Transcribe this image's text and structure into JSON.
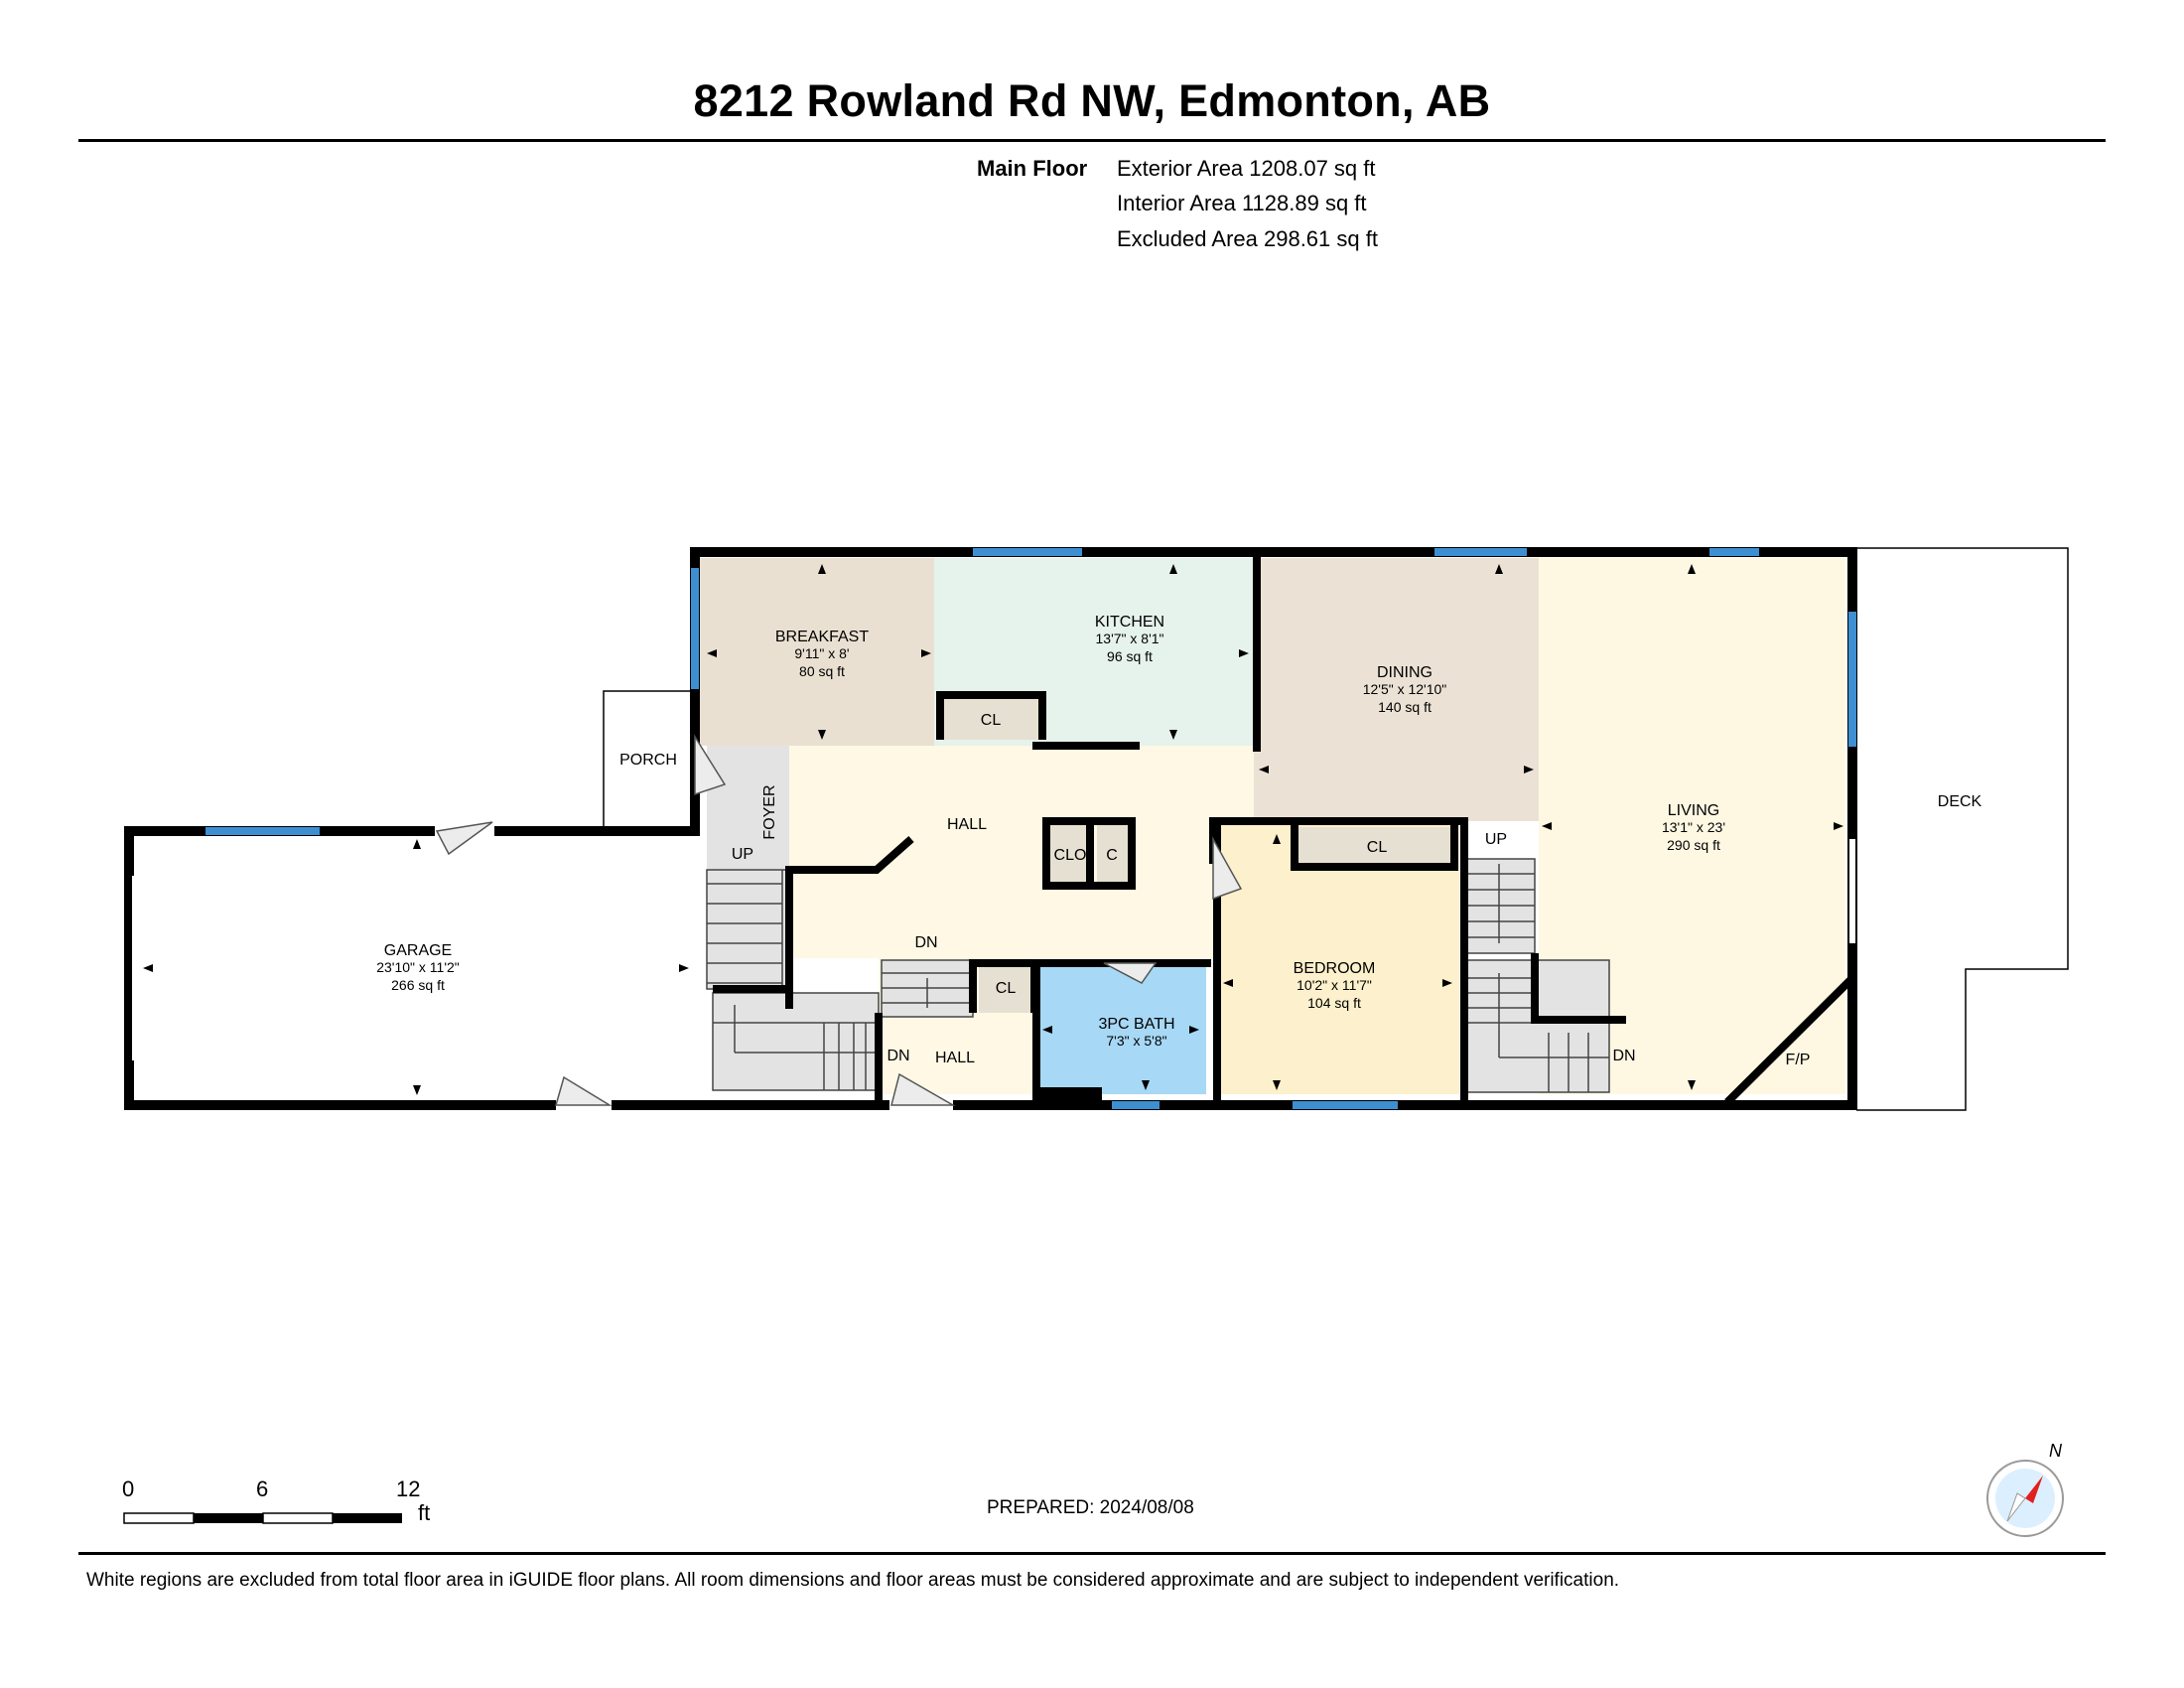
{
  "header": {
    "title": "8212 Rowland Rd NW, Edmonton, AB"
  },
  "areas": {
    "floor_label": "Main Floor",
    "exterior": "Exterior Area 1208.07 sq ft",
    "interior": "Interior Area 1128.89 sq ft",
    "excluded": "Excluded Area 298.61 sq ft"
  },
  "rooms": {
    "breakfast": {
      "name": "BREAKFAST",
      "dims": "9'11\" x 8'",
      "area": "80 sq ft"
    },
    "kitchen": {
      "name": "KITCHEN",
      "dims": "13'7\" x 8'1\"",
      "area": "96 sq ft"
    },
    "dining": {
      "name": "DINING",
      "dims": "12'5\" x 12'10\"",
      "area": "140 sq ft"
    },
    "living": {
      "name": "LIVING",
      "dims": "13'1\" x 23'",
      "area": "290 sq ft"
    },
    "garage": {
      "name": "GARAGE",
      "dims": "23'10\" x 11'2\"",
      "area": "266 sq ft"
    },
    "bedroom": {
      "name": "BEDROOM",
      "dims": "10'2\" x 11'7\"",
      "area": "104 sq ft"
    },
    "bath": {
      "name": "3PC BATH",
      "dims": "7'3\" x 5'8\""
    }
  },
  "labels": {
    "porch": "PORCH",
    "deck": "DECK",
    "foyer": "FOYER",
    "hall": "HALL",
    "hall2": "HALL",
    "cl": "CL",
    "clo": "CLO",
    "c": "C",
    "up": "UP",
    "dn": "DN",
    "fp": "F/P",
    "north": "N"
  },
  "scale": {
    "ticks": [
      "0",
      "6",
      "12"
    ],
    "unit": "ft"
  },
  "footer": {
    "prepared": "PREPARED: 2024/08/08",
    "disclaimer": "White regions are excluded from total floor area in iGUIDE floor plans. All room dimensions and floor areas must be considered approximate and are subject to independent verification."
  },
  "colors": {
    "wall": "#000000",
    "window": "#3d8fd1",
    "breakfast": "#eae0d2",
    "kitchen": "#e6f2ec",
    "dining": "#ebe2d5",
    "living": "#fef8e3",
    "hall": "#fef8e5",
    "bedroom": "#fdf0cc",
    "bath": "#a7d8f5",
    "closet": "#e6e0d2",
    "stairs": "#e3e3e3",
    "compass_ring": "#dcefff",
    "compass_needle": "#e02020"
  }
}
